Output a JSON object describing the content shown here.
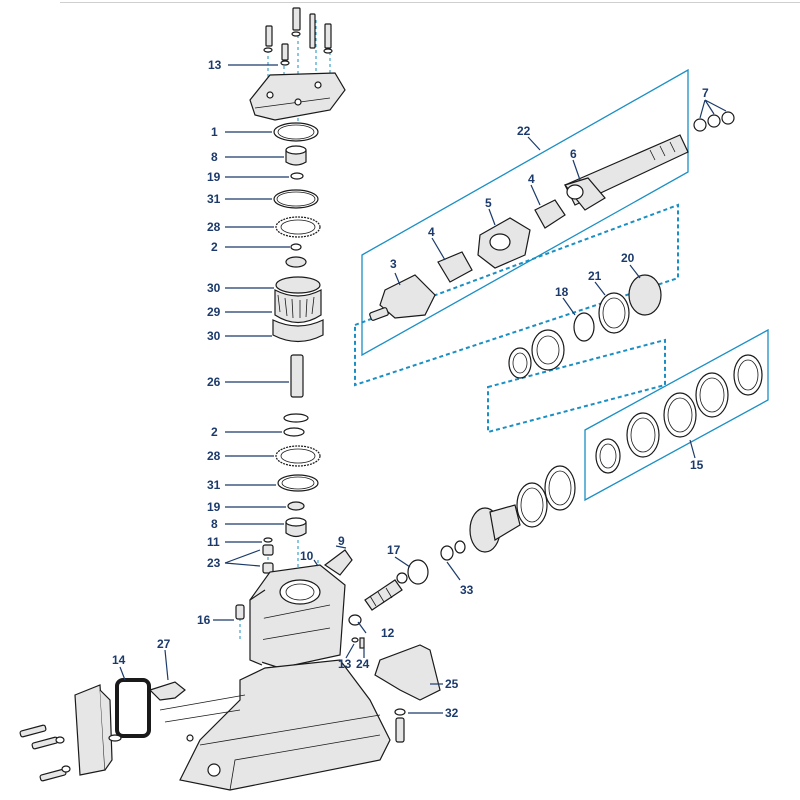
{
  "diagram": {
    "callouts": {
      "c1": "1",
      "c2a": "2",
      "c2b": "2",
      "c3": "3",
      "c4a": "4",
      "c4b": "4",
      "c5": "5",
      "c6": "6",
      "c7": "7",
      "c8a": "8",
      "c8b": "8",
      "c9": "9",
      "c10": "10",
      "c11": "11",
      "c12": "12",
      "c13a": "13",
      "c13b": "13",
      "c14": "14",
      "c15": "15",
      "c16": "16",
      "c17": "17",
      "c18": "18",
      "c19a": "19",
      "c19b": "19",
      "c20": "20",
      "c21": "21",
      "c22": "22",
      "c23": "23",
      "c24": "24",
      "c25": "25",
      "c26": "26",
      "c27": "27",
      "c28a": "28",
      "c28b": "28",
      "c29": "29",
      "c30a": "30",
      "c30b": "30",
      "c31a": "31",
      "c31b": "31",
      "c32": "32",
      "c33": "33"
    },
    "colors": {
      "callout_text": "#1b3a6b",
      "group_line": "#1a8fc4",
      "part_line": "#1a1a1a"
    }
  }
}
